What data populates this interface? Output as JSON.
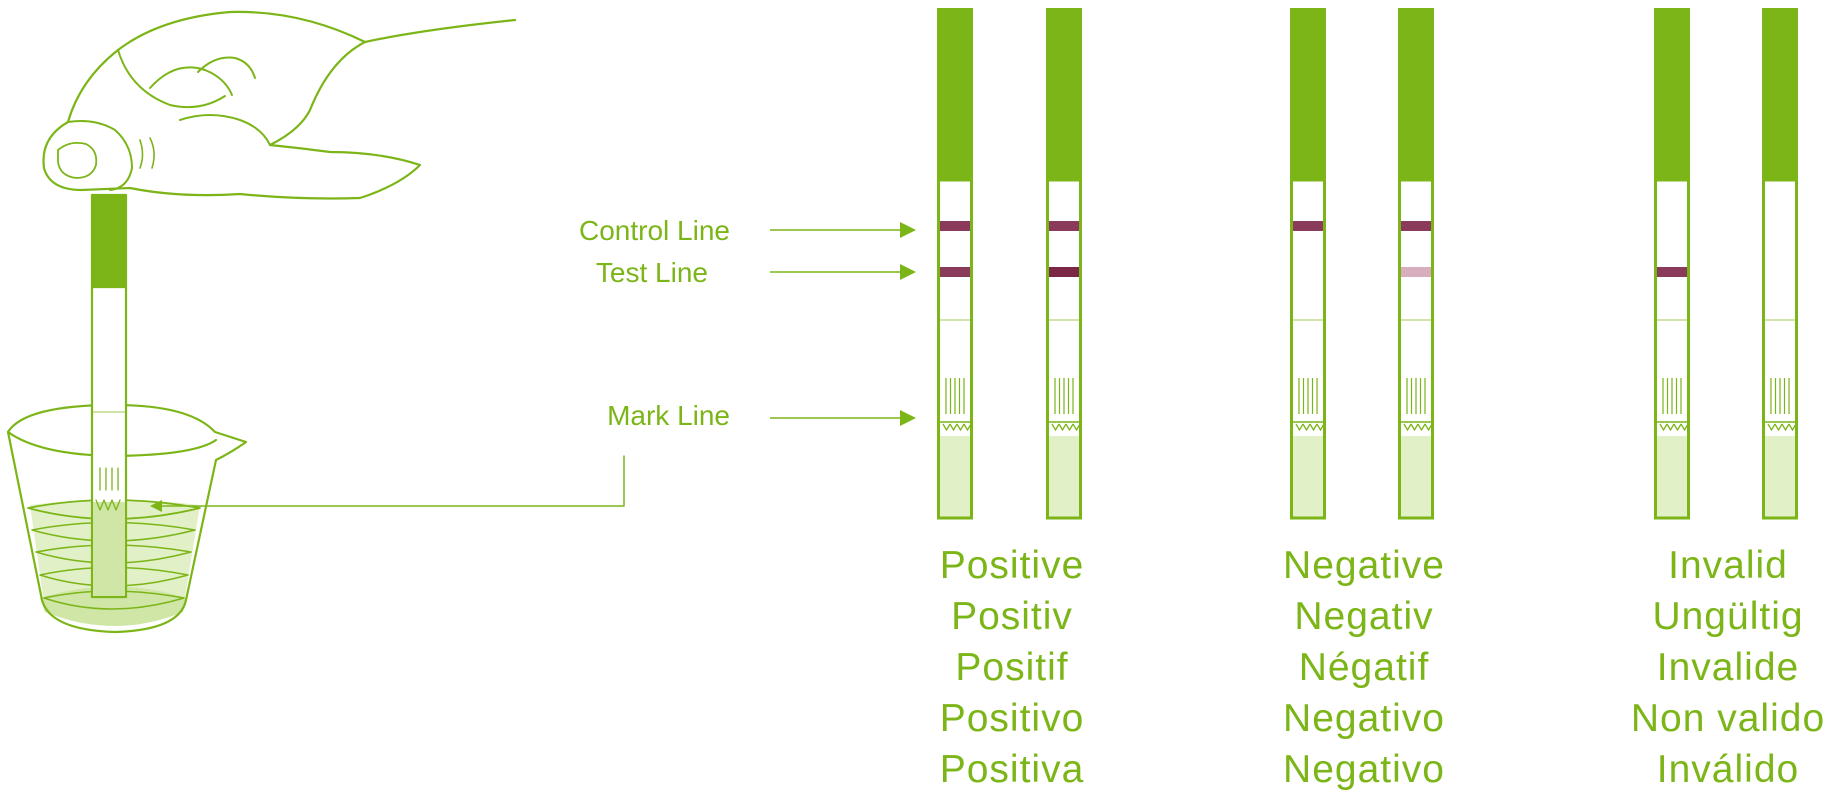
{
  "colors": {
    "green": "#7cb518",
    "green_light": "#e2f0c8",
    "text_green": "#7cb518",
    "line_maroon": "#8a3a5a",
    "line_dark_maroon": "#7a2846",
    "line_faint": "#d8aebf"
  },
  "labels": {
    "control_line": "Control Line",
    "test_line": "Test Line",
    "mark_line": "Mark Line"
  },
  "groups": [
    {
      "id": "positive",
      "texts": [
        "Positive",
        "Positiv",
        "Positif",
        "Positivo",
        "Positiva"
      ],
      "strips": [
        {
          "control": "present",
          "test": "present"
        },
        {
          "control": "present",
          "test": "strong"
        }
      ]
    },
    {
      "id": "negative",
      "texts": [
        "Negative",
        "Negativ",
        "Négatif",
        "Negativo",
        "Negativo"
      ],
      "strips": [
        {
          "control": "present",
          "test": "absent"
        },
        {
          "control": "present",
          "test": "faint"
        }
      ]
    },
    {
      "id": "invalid",
      "texts": [
        "Invalid",
        "Ungültig",
        "Invalide",
        "Non valido",
        "Inválido"
      ],
      "strips": [
        {
          "control": "absent",
          "test": "present"
        },
        {
          "control": "absent",
          "test": "absent"
        }
      ]
    }
  ]
}
